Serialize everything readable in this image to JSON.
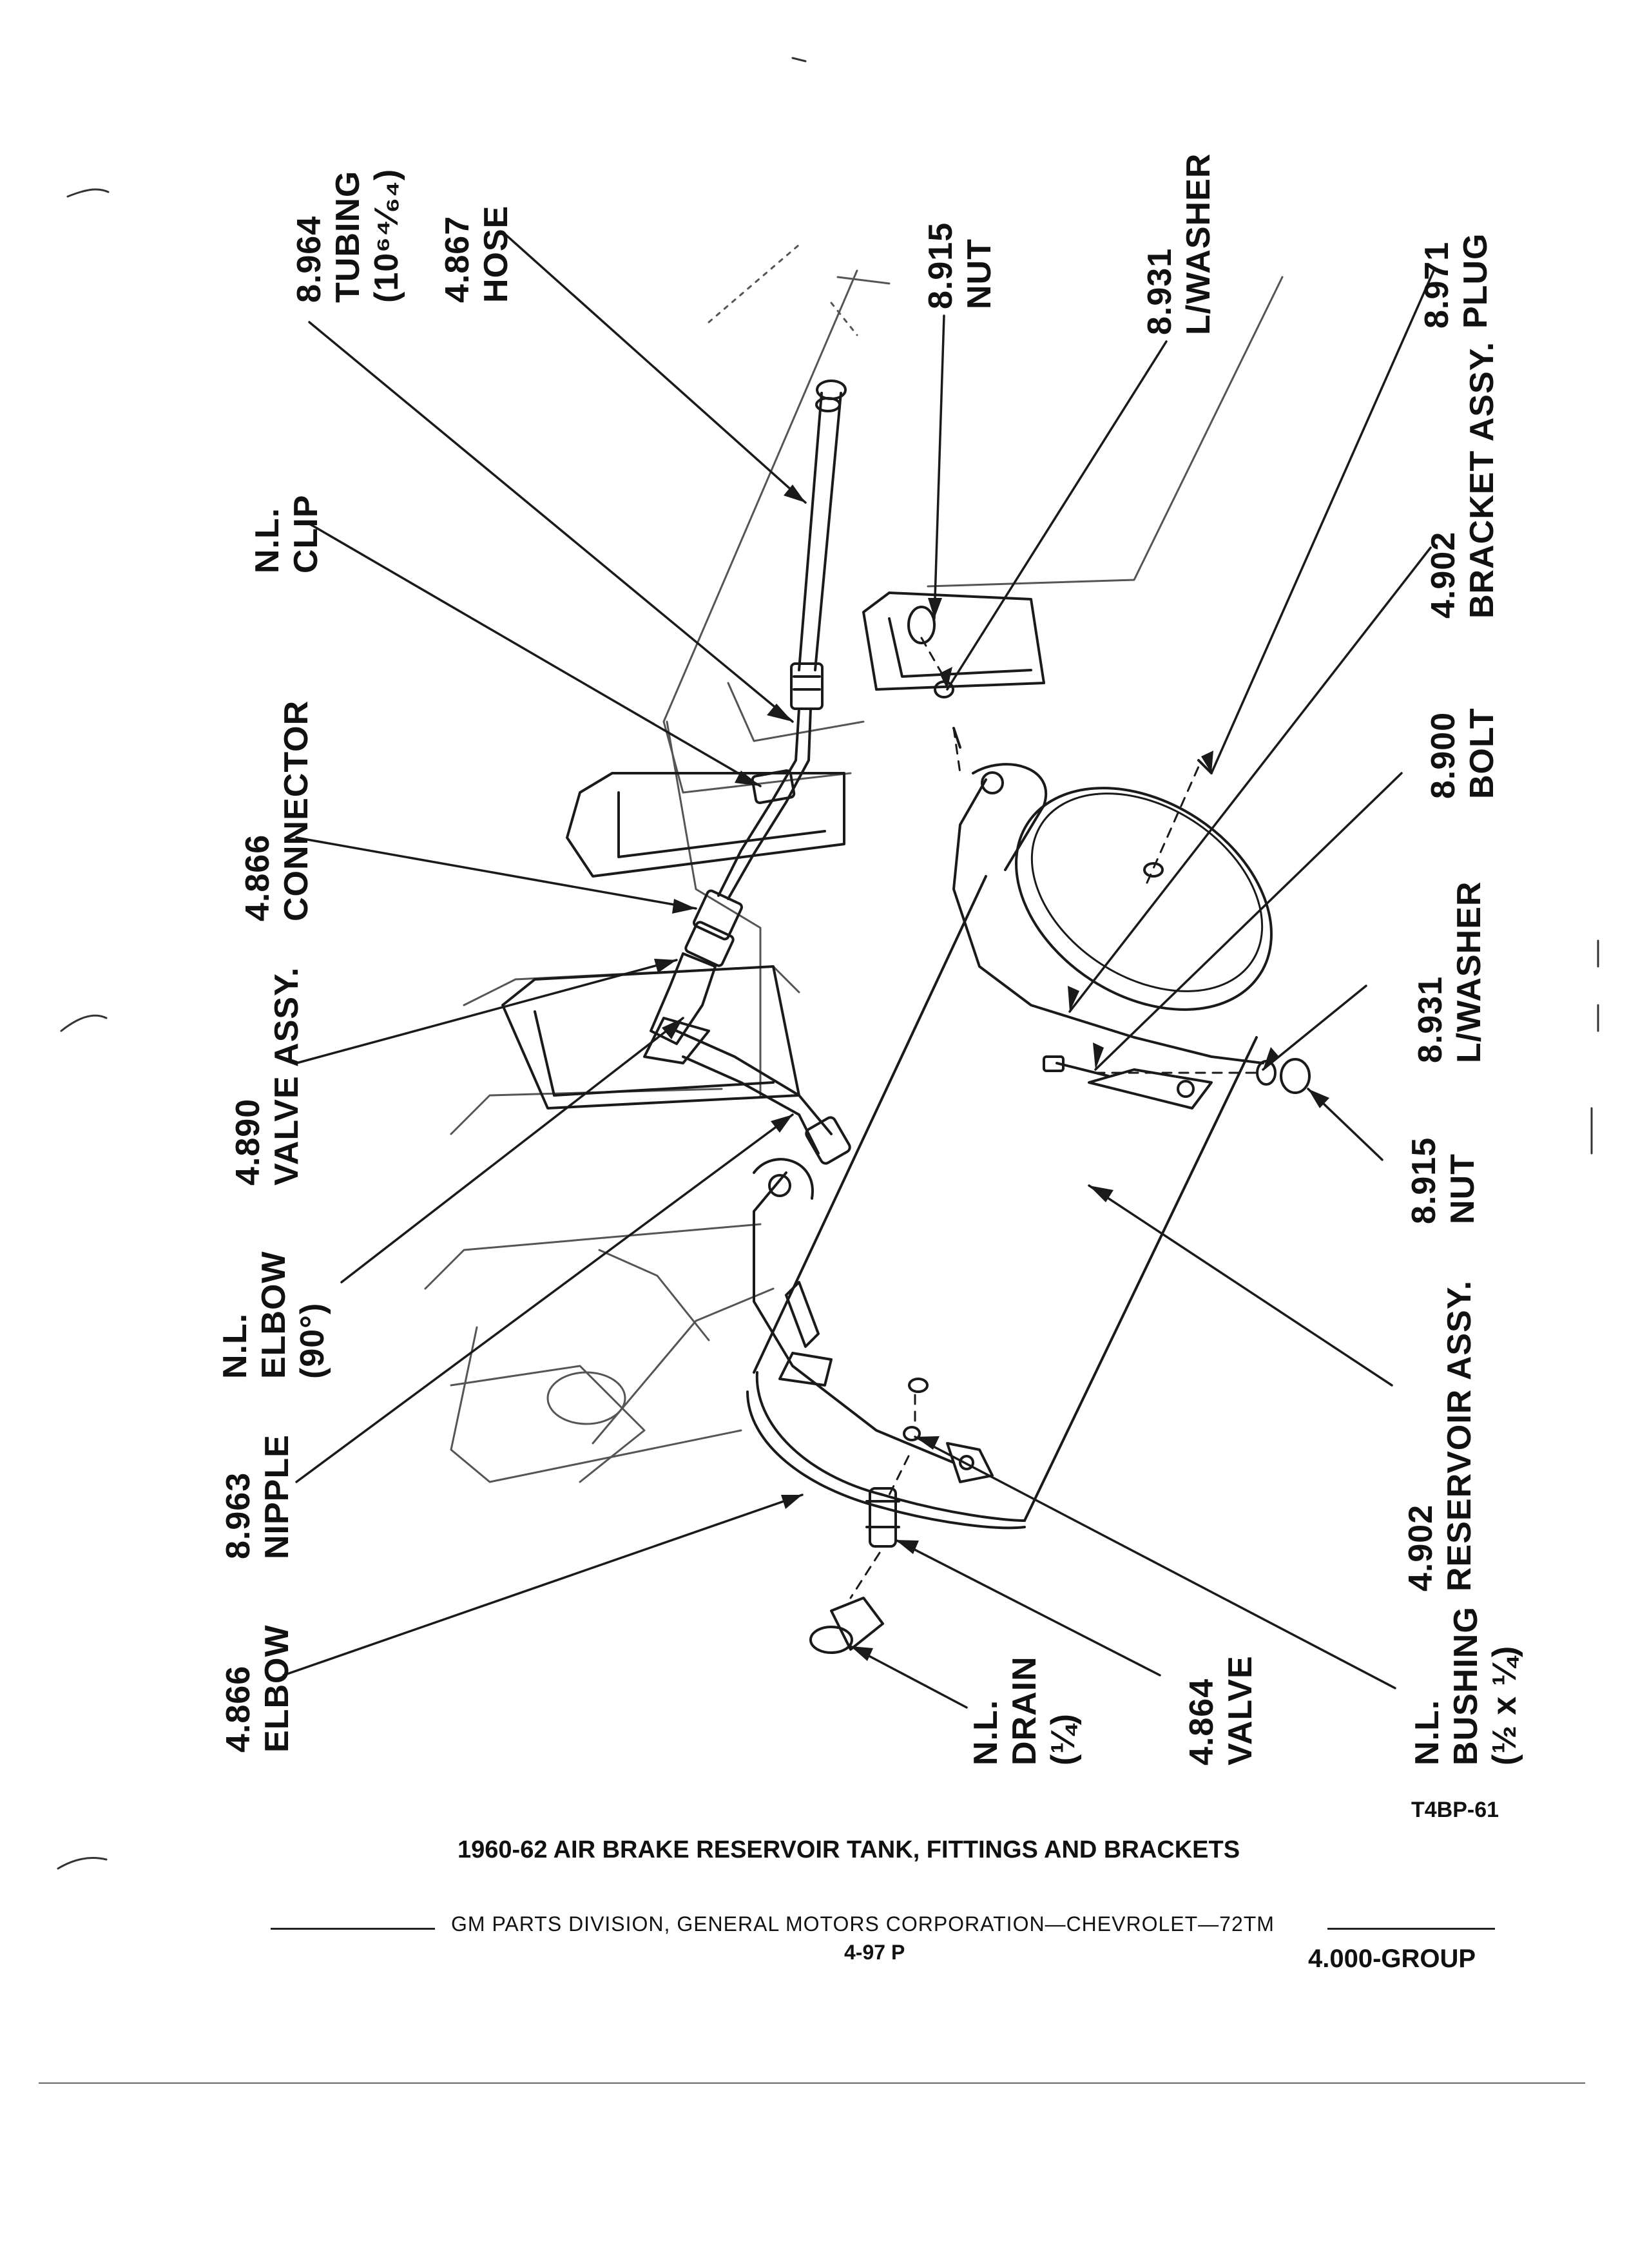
{
  "title": "1960-62 AIR BRAKE RESERVOIR TANK, FITTINGS AND BRACKETS",
  "figure_id": "T4BP-61",
  "footer": {
    "publisher": "GM PARTS DIVISION, GENERAL MOTORS CORPORATION—CHEVROLET—72TM",
    "page": "4-97  P",
    "group": "4.000-GROUP"
  },
  "callouts": {
    "tubing": [
      "8.964",
      "TUBING",
      "(10⁶⁴⁄₆₄)"
    ],
    "hose": [
      "4.867",
      "HOSE"
    ],
    "nut_top": [
      "8.915",
      "NUT"
    ],
    "lwasher_top": [
      "8.931",
      "L/WASHER"
    ],
    "plug": [
      "8.971",
      "PLUG"
    ],
    "clip": [
      "N.L.",
      "CLIP"
    ],
    "bracket": [
      "4.902",
      "BRACKET ASSY."
    ],
    "connector": [
      "4.866",
      "CONNECTOR"
    ],
    "bolt": [
      "8.900",
      "BOLT"
    ],
    "valve_assy": [
      "4.890",
      "VALVE ASSY."
    ],
    "lwasher_bottom": [
      "8.931",
      "L/WASHER"
    ],
    "elbow90": [
      "N.L.",
      "ELBOW",
      "(90°)"
    ],
    "nut_bottom": [
      "8.915",
      "NUT"
    ],
    "nipple": [
      "8.963",
      "NIPPLE"
    ],
    "reservoir": [
      "4.902",
      "RESERVOIR ASSY."
    ],
    "elbow": [
      "4.866",
      "ELBOW"
    ],
    "drain": [
      "N.L.",
      "DRAIN",
      "(¼)"
    ],
    "valve": [
      "4.864",
      "VALVE"
    ],
    "bushing": [
      "N.L.",
      "BUSHING",
      "(½ x ¼)"
    ]
  }
}
